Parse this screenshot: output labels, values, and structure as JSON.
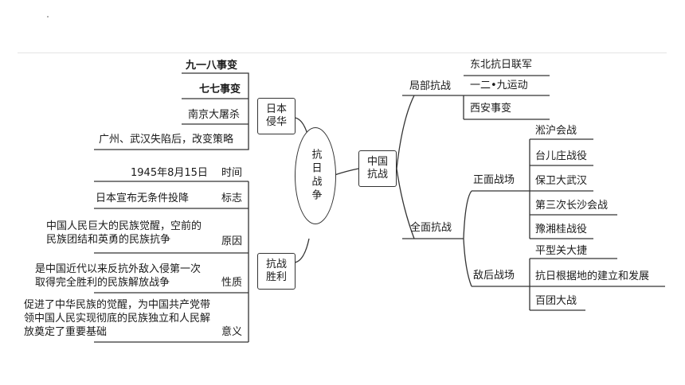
{
  "center": {
    "label": "抗日战争"
  },
  "left": {
    "invasion": {
      "label": "日本侵华",
      "items": [
        "九一八事变",
        "七七事变",
        "南京大屠杀",
        "广州、武汉失陷后，改变策略"
      ]
    },
    "victory": {
      "label": "抗战胜利",
      "rows": [
        {
          "text": "1945年8月15日",
          "tag": "时间"
        },
        {
          "text": "日本宣布无条件投降",
          "tag": "标志"
        },
        {
          "text": "中国人民巨大的民族觉醒，空前的民族团结和英勇的民族抗争",
          "tag": "原因"
        },
        {
          "text": "是中国近代以来反抗外敌入侵第一次取得完全胜利的民族解放战争",
          "tag": "性质"
        },
        {
          "text": "促进了中华民族的觉醒，为中国共产党带领中国人民实现彻底的民族独立和人民解放奠定了重要基础",
          "tag": "意义"
        }
      ]
    }
  },
  "right": {
    "china": {
      "label": "中国抗战"
    },
    "local": {
      "label": "局部抗战",
      "items": [
        "东北抗日联军",
        "一二•九运动",
        "西安事变"
      ]
    },
    "full": {
      "label": "全面抗战",
      "front": {
        "label": "正面战场",
        "items": [
          "淞沪会战",
          "台儿庄战役",
          "保卫大武汉",
          "第三次长沙会战",
          "豫湘桂战役"
        ]
      },
      "rear": {
        "label": "敌后战场",
        "items": [
          "平型关大捷",
          "抗日根据地的建立和发展",
          "百团大战"
        ]
      }
    }
  }
}
